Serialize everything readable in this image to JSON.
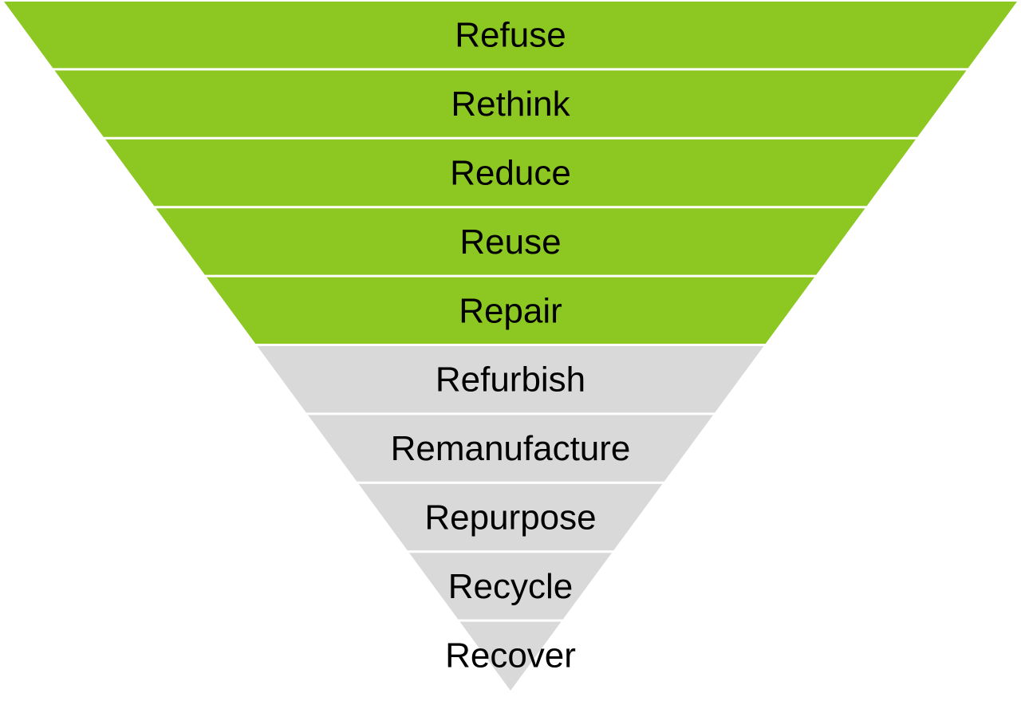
{
  "diagram": {
    "type": "inverted-pyramid",
    "colors": {
      "highlight": "#8dc722",
      "neutral": "#d9d9d9",
      "separator": "#ffffff",
      "text": "#000000"
    },
    "levels": [
      {
        "label": "Refuse",
        "group": "highlight"
      },
      {
        "label": "Rethink",
        "group": "highlight"
      },
      {
        "label": "Reduce",
        "group": "highlight"
      },
      {
        "label": "Reuse",
        "group": "highlight"
      },
      {
        "label": "Repair",
        "group": "highlight"
      },
      {
        "label": "Refurbish",
        "group": "neutral"
      },
      {
        "label": "Remanufacture",
        "group": "neutral"
      },
      {
        "label": "Repurpose",
        "group": "neutral"
      },
      {
        "label": "Recycle",
        "group": "neutral"
      },
      {
        "label": "Recover",
        "group": "neutral"
      }
    ]
  }
}
